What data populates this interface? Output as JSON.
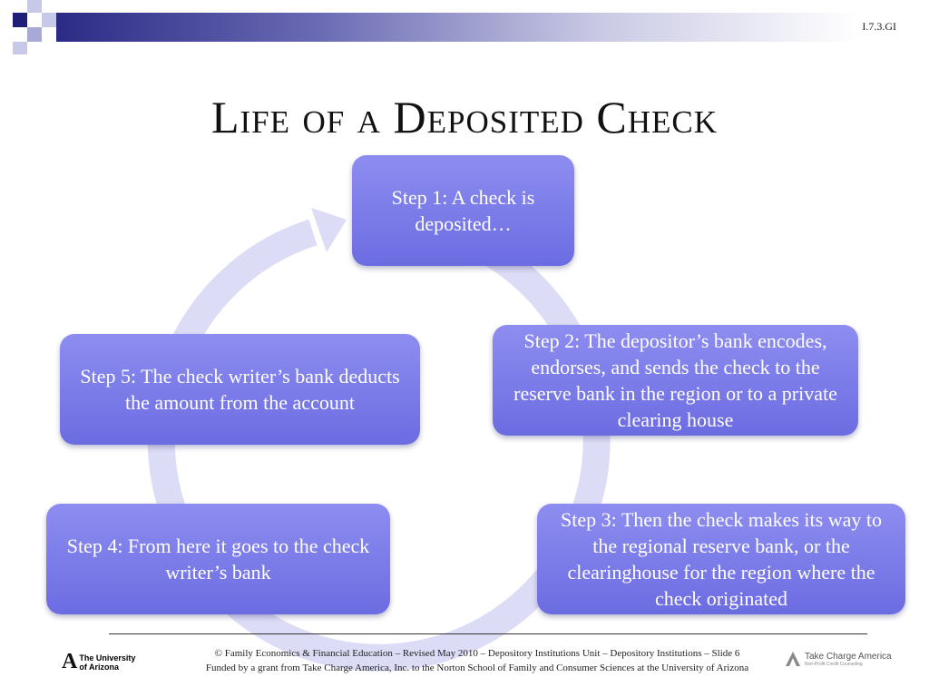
{
  "slide_id": "I.7.3.GI",
  "title": "Life of a Deposited Check",
  "steps": [
    {
      "label": "Step 1: A check is deposited…"
    },
    {
      "label": "Step 2:  The depositor’s bank encodes, endorses, and sends the check to the reserve bank in the region or to a private clearing house"
    },
    {
      "label": "Step 3:  Then the check makes its way to the regional reserve bank, or the clearinghouse for the region where the check originated"
    },
    {
      "label": "Step 4:  From here it goes to the check writer’s bank"
    },
    {
      "label": "Step 5:  The check writer’s bank deducts the amount from the account"
    }
  ],
  "footer": {
    "line1": "© Family Economics & Financial Education – Revised May 2010 – Depository Institutions Unit – Depository Institutions – Slide 6",
    "line2": "Funded by a grant from Take Charge America, Inc. to the Norton School of Family and Consumer Sciences at the University of Arizona"
  },
  "logos": {
    "ua_mark": "A",
    "ua_text_1": "The University",
    "ua_text_2": "of Arizona",
    "tca_text": "Take Charge America",
    "tca_sub": "Non-Profit Credit Counseling"
  },
  "colors": {
    "box_top": "#8d8df0",
    "box_bottom": "#6c6ce2",
    "ring": "#dcdcf6",
    "header_dark": "#2b2b86"
  }
}
